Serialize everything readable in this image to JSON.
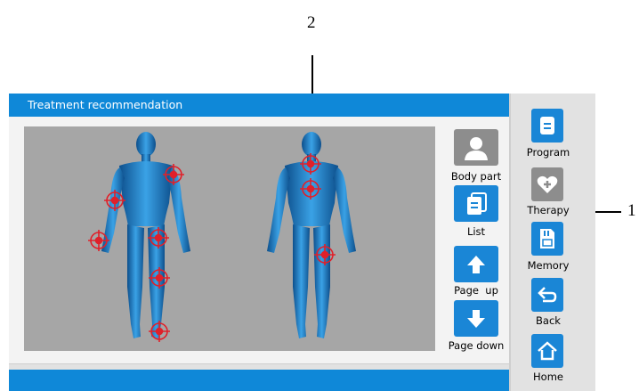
{
  "callouts": {
    "top_number": "2",
    "right_number": "1"
  },
  "header": {
    "title": "Treatment recommendation"
  },
  "side_panel": {
    "body_part_label": "Body part",
    "list_label": "List",
    "page_up_label": "Page  up",
    "page_down_label": "Page down"
  },
  "right_nav": {
    "program_label": "Program",
    "therapy_label": "Therapy",
    "memory_label": "Memory",
    "back_label": "Back",
    "home_label": "Home"
  },
  "colors": {
    "accent": "#1a86d6",
    "title_bar": "#0f88d8",
    "marker": "#e0202a",
    "canvas": "#a6a6a6"
  },
  "icons": {
    "body_part": "person-icon",
    "list": "document-list-icon",
    "page_up": "arrow-up-icon",
    "page_down": "arrow-down-icon",
    "program": "document-icon",
    "therapy": "heart-plus-icon",
    "memory": "memory-card-icon",
    "back": "back-arrow-icon",
    "home": "home-icon",
    "marker": "target-marker-icon"
  }
}
